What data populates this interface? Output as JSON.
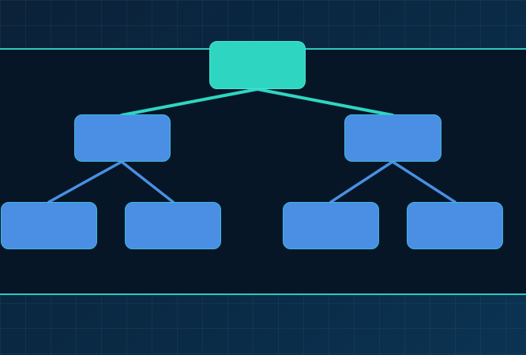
{
  "diagram": {
    "colors": {
      "background": "#0b2238",
      "band": "#061626",
      "band_border": "#2ec9c0",
      "root_fill": "#2ed6c2",
      "node_fill": "#4a8fe3",
      "node_border": "#3fb7e0",
      "root_edge": "#2ed6c2",
      "child_edge": "#4a8fe3"
    },
    "nodes": [
      {
        "id": "root",
        "label": "",
        "level": 0
      },
      {
        "id": "left",
        "label": "",
        "level": 1,
        "parent": "root"
      },
      {
        "id": "right",
        "label": "",
        "level": 1,
        "parent": "root"
      },
      {
        "id": "left-left",
        "label": "",
        "level": 2,
        "parent": "left"
      },
      {
        "id": "left-right",
        "label": "",
        "level": 2,
        "parent": "left"
      },
      {
        "id": "right-left",
        "label": "",
        "level": 2,
        "parent": "right"
      },
      {
        "id": "right-right",
        "label": "",
        "level": 2,
        "parent": "right"
      }
    ]
  }
}
